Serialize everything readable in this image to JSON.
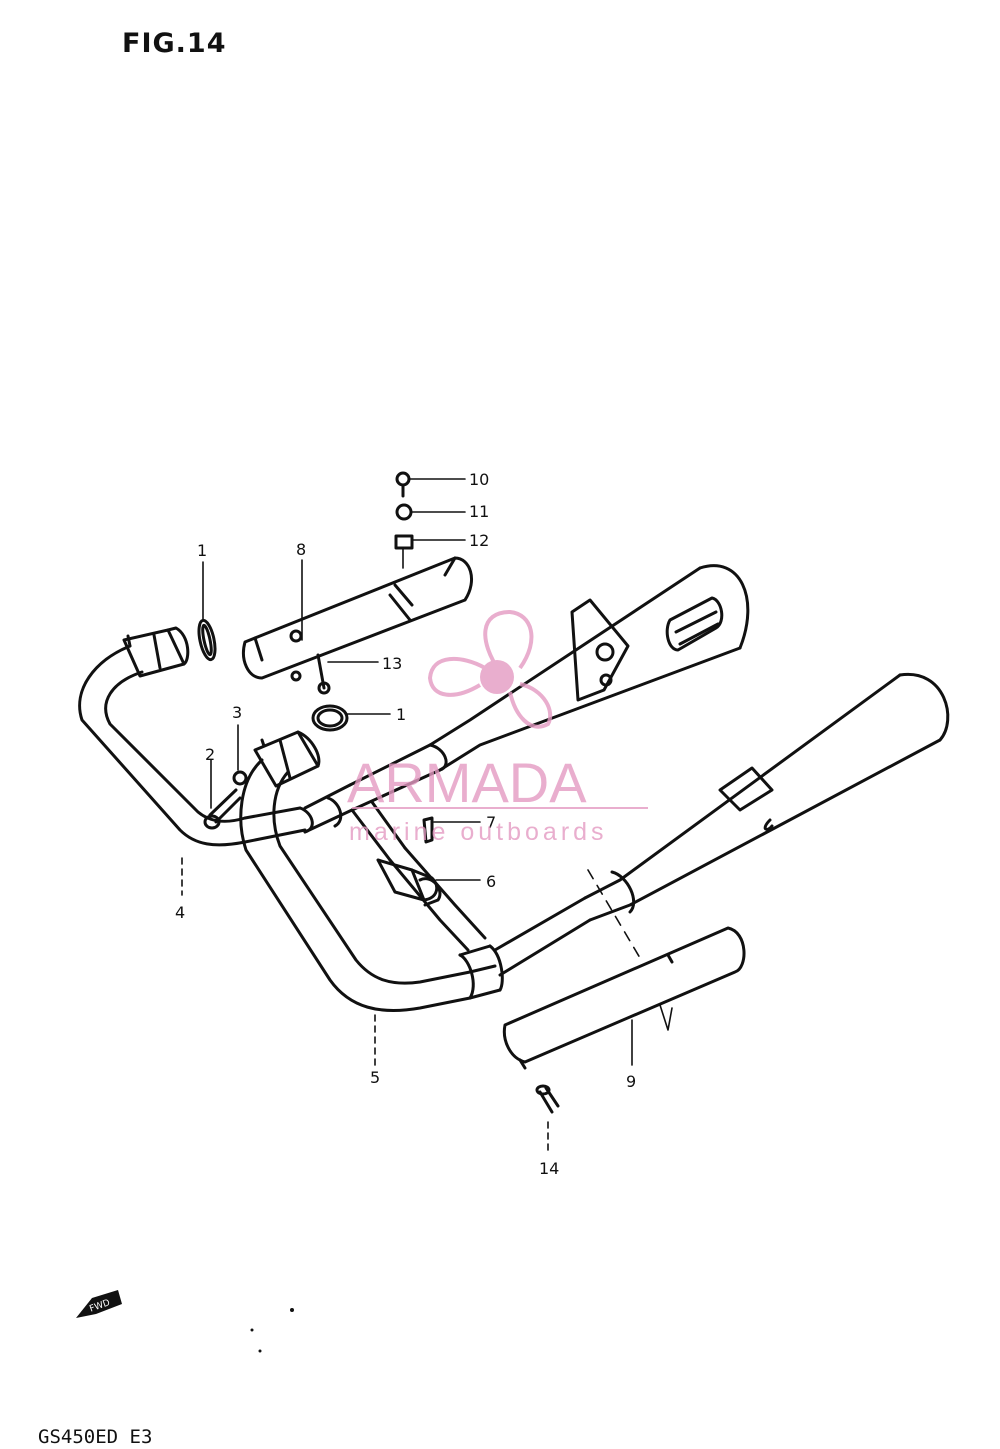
{
  "figure": {
    "title": "FIG.14",
    "model_code": "GS450ED E3"
  },
  "callouts": {
    "1a": "1",
    "1b": "1",
    "2": "2",
    "3": "3",
    "4": "4",
    "5": "5",
    "6": "6",
    "7": "7",
    "8": "8",
    "9": "9",
    "10": "10",
    "11": "11",
    "12": "12",
    "13": "13",
    "14": "14"
  },
  "fwd_arrow": {
    "label": "FWD",
    "icon": "forward-arrow-icon"
  },
  "watermark": {
    "brand": "ARMADA",
    "tagline": "marine outboards",
    "color": "#e49ac2",
    "icon": "propeller-icon"
  }
}
